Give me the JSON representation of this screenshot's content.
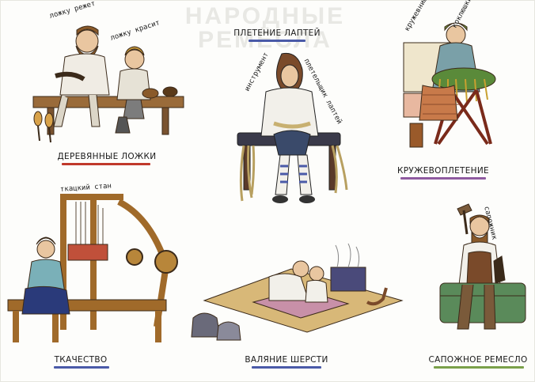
{
  "faded_heading": "НАРОДНЫЕ РЕМЁСЛА",
  "crafts": [
    {
      "caption": "ДЕРЕВЯННЫЕ ЛОЖКИ",
      "underline_color": "#c0392b",
      "handwritten": [
        "ложку режет",
        "ложку красит"
      ]
    },
    {
      "caption": "ПЛЕТЕНИЕ ЛАПТЕЙ",
      "underline_color": "#4a5aa8",
      "handwritten": [
        "инструмент",
        "плетельщик лаптей"
      ]
    },
    {
      "caption": "КРУЖЕВОПЛЕТЕНИЕ",
      "underline_color": "#8e5aa0",
      "handwritten": [
        "кружевница",
        "коклюшки"
      ]
    },
    {
      "caption": "ТКАЧЕСТВО",
      "underline_color": "#4a5aa8",
      "handwritten": [
        "ткацкий стан"
      ]
    },
    {
      "caption": "ВАЛЯНИЕ ШЕРСТИ",
      "underline_color": "#4a5aa8",
      "handwritten": []
    },
    {
      "caption": "САПОЖНОЕ РЕМЕСЛО",
      "underline_color": "#7aa04a",
      "handwritten": [
        "сапожник"
      ]
    }
  ]
}
